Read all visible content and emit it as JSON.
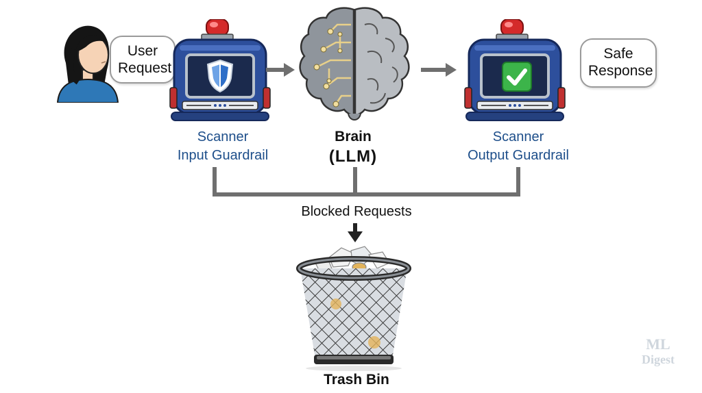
{
  "user": {
    "bubble_line1": "User",
    "bubble_line2": "Request"
  },
  "input_scanner": {
    "line1": "Scanner",
    "line2": "Input Guardrail"
  },
  "brain": {
    "line1": "Brain",
    "line2": "(LLM)"
  },
  "output_scanner": {
    "line1": "Scanner",
    "line2": "Output Guardrail"
  },
  "response": {
    "bubble_line1": "Safe",
    "bubble_line2": "Response"
  },
  "blocked": {
    "label": "Blocked Requests"
  },
  "trash": {
    "label": "Trash Bin"
  },
  "watermark": {
    "line1": "ML",
    "line2": "Digest"
  },
  "colors": {
    "scanner_body": "#2d4f9c",
    "label_blue": "#1d4e8a",
    "siren_red": "#d42a2a",
    "check_green": "#3cb44a",
    "connector_gray": "#6f6f6f"
  },
  "icons": {
    "person": "person-icon",
    "shield": "shield-icon",
    "brain": "brain-icon",
    "check": "check-icon",
    "trash": "trash-bin-icon",
    "arrow": "arrow-right-icon"
  }
}
